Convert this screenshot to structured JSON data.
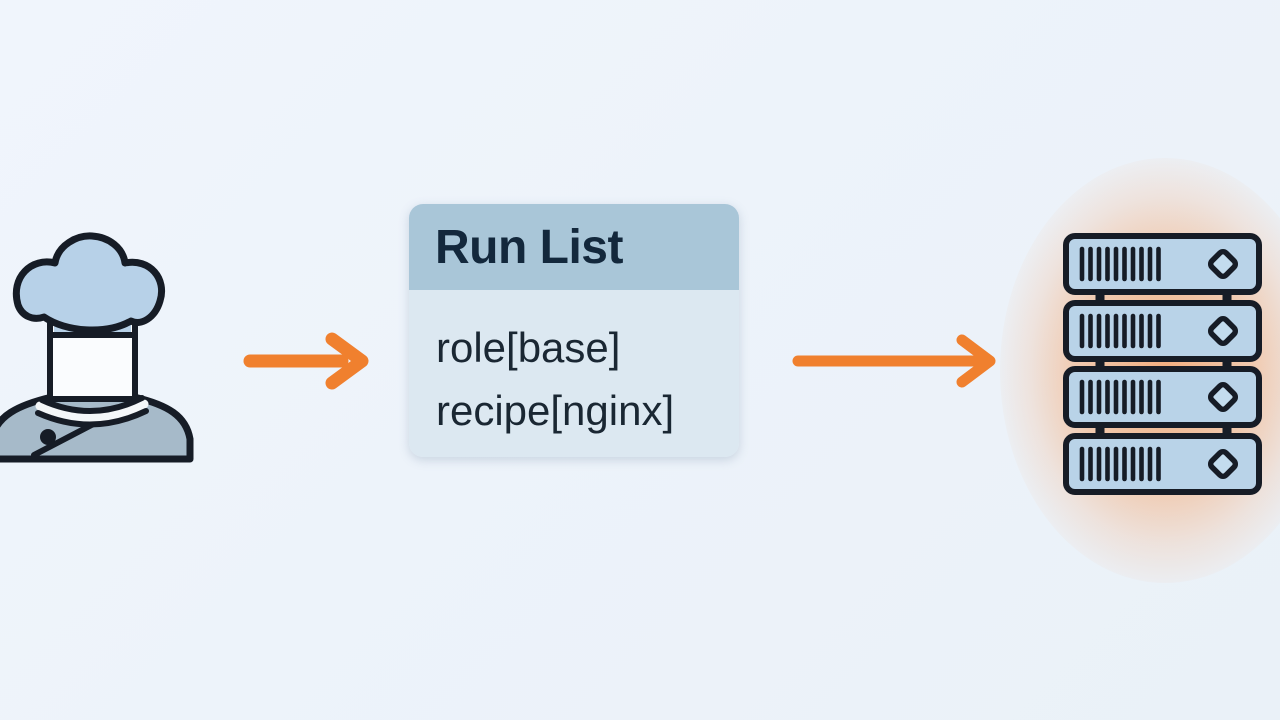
{
  "card": {
    "title": "Run List",
    "items": [
      "role[base]",
      "recipe[nginx]"
    ]
  },
  "icons": {
    "left": "chef-icon",
    "right": "server-rack-icon",
    "connectors": "arrow-right-icon"
  },
  "colors": {
    "background": "#edf3fa",
    "card_header": "#a9c6d8",
    "card_body": "#dce8f1",
    "title_text": "#13283c",
    "item_text": "#1a2733",
    "accent_orange": "#f0802e",
    "glow_peach": "#f5a164",
    "icon_fill": "#b9d3e8",
    "jacket_fill": "#a6bac9",
    "icon_outline": "#161c26"
  }
}
